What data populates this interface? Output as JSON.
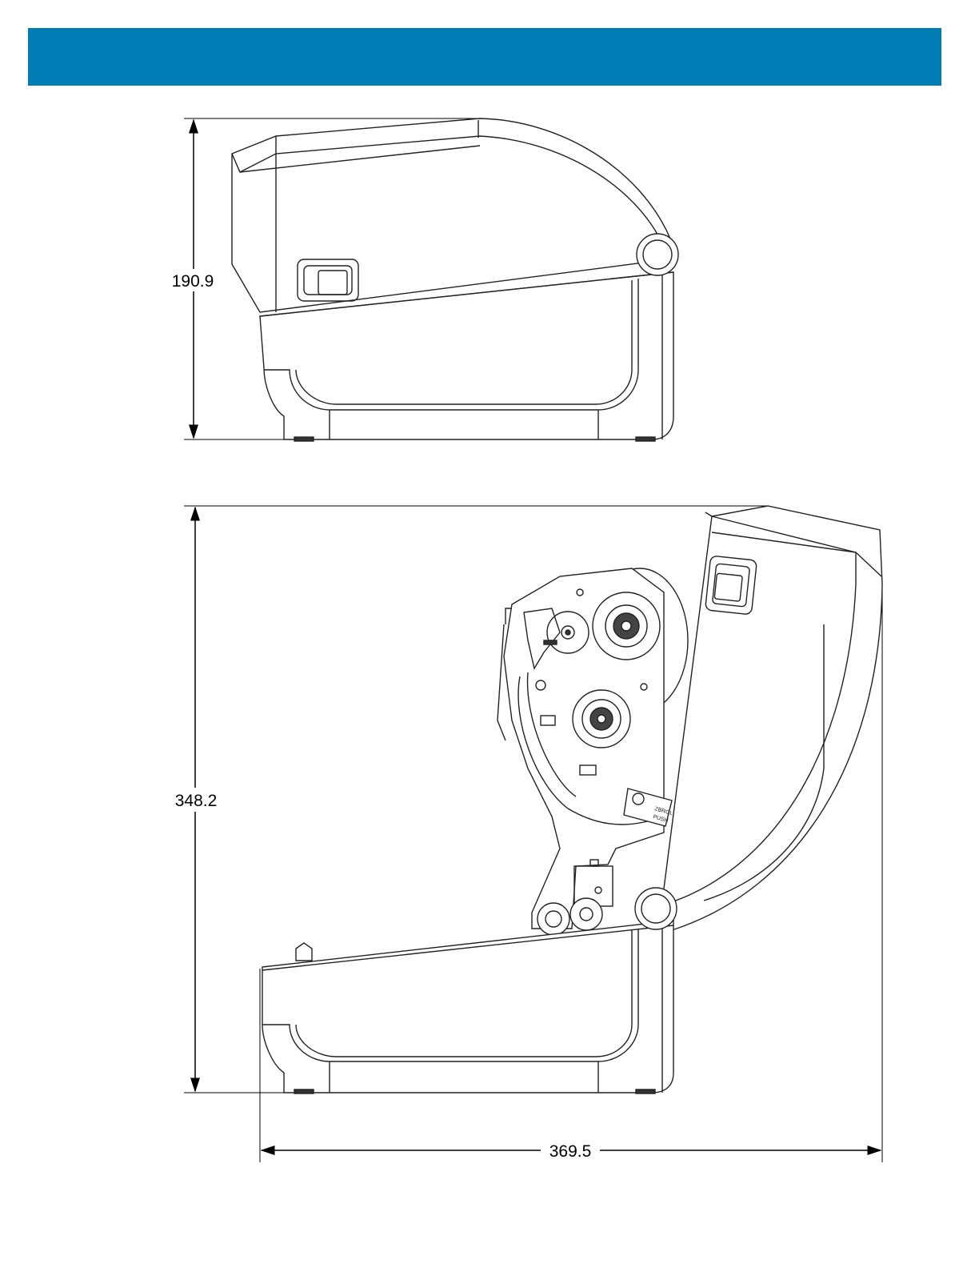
{
  "header": {
    "color": "#007db4"
  },
  "closed_view": {
    "height_dimension": "190.9"
  },
  "open_view": {
    "height_dimension": "348.2",
    "width_dimension": "369.5",
    "label_text_1": "ZBRGL",
    "label_text_2": "PUSH"
  },
  "colors": {
    "line": "#1a1a1a",
    "dim": "#000000"
  }
}
